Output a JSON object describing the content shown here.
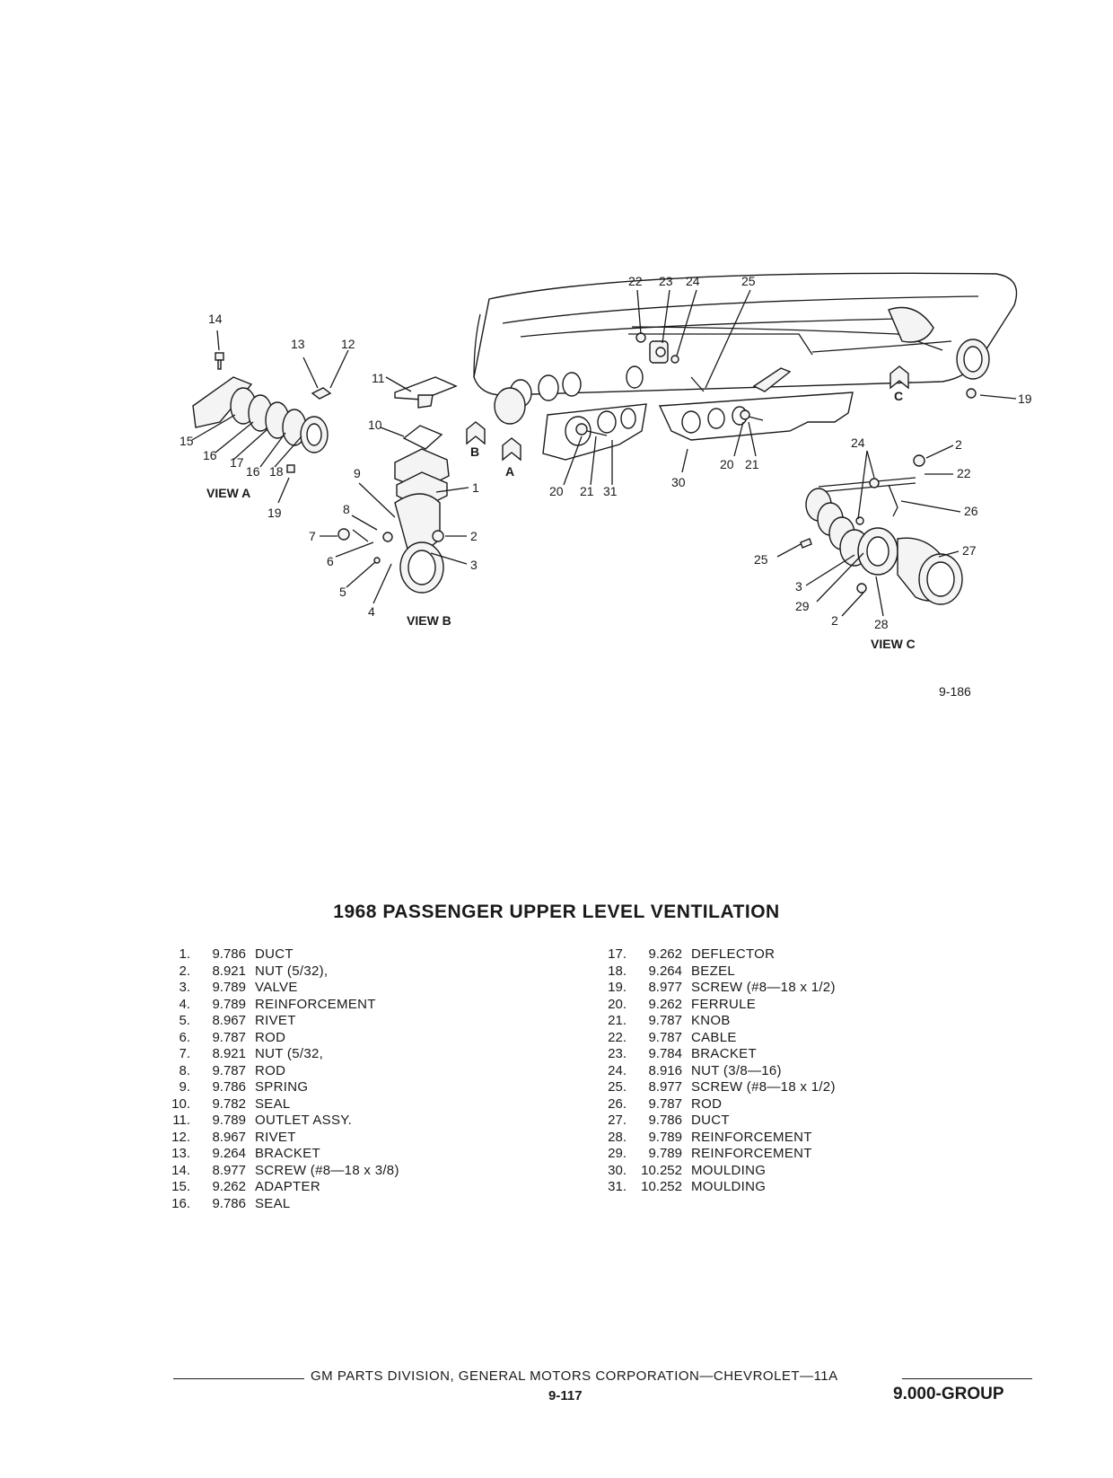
{
  "figure": {
    "figure_code": "9-186",
    "views": [
      "VIEW A",
      "VIEW B",
      "VIEW C"
    ],
    "section_marks": [
      "A",
      "B",
      "C"
    ],
    "callouts": [
      "14",
      "13",
      "12",
      "11",
      "10",
      "15",
      "16",
      "17",
      "16",
      "18",
      "19",
      "9",
      "8",
      "7",
      "6",
      "5",
      "4",
      "1",
      "2",
      "3",
      "22",
      "23",
      "24",
      "25",
      "20",
      "21",
      "31",
      "30",
      "20",
      "21",
      "19",
      "24",
      "2",
      "22",
      "26",
      "25",
      "27",
      "3",
      "29",
      "2",
      "28"
    ]
  },
  "title": "1968 PASSENGER UPPER LEVEL VENTILATION",
  "parts_left": [
    {
      "num": "1.",
      "code": "9.786",
      "name": "DUCT"
    },
    {
      "num": "2.",
      "code": "8.921",
      "name": "NUT (5/32),"
    },
    {
      "num": "3.",
      "code": "9.789",
      "name": "VALVE"
    },
    {
      "num": "4.",
      "code": "9.789",
      "name": "REINFORCEMENT"
    },
    {
      "num": "5.",
      "code": "8.967",
      "name": "RIVET"
    },
    {
      "num": "6.",
      "code": "9.787",
      "name": "ROD"
    },
    {
      "num": "7.",
      "code": "8.921",
      "name": "NUT (5/32,"
    },
    {
      "num": "8.",
      "code": "9.787",
      "name": "ROD"
    },
    {
      "num": "9.",
      "code": "9.786",
      "name": "SPRING"
    },
    {
      "num": "10.",
      "code": "9.782",
      "name": "SEAL"
    },
    {
      "num": "11.",
      "code": "9.789",
      "name": "OUTLET ASSY."
    },
    {
      "num": "12.",
      "code": "8.967",
      "name": "RIVET"
    },
    {
      "num": "13.",
      "code": "9.264",
      "name": "BRACKET"
    },
    {
      "num": "14.",
      "code": "8.977",
      "name": "SCREW (#8—18 x 3/8)"
    },
    {
      "num": "15.",
      "code": "9.262",
      "name": "ADAPTER"
    },
    {
      "num": "16.",
      "code": "9.786",
      "name": "SEAL"
    }
  ],
  "parts_right": [
    {
      "num": "17.",
      "code": "9.262",
      "name": "DEFLECTOR"
    },
    {
      "num": "18.",
      "code": "9.264",
      "name": "BEZEL"
    },
    {
      "num": "19.",
      "code": "8.977",
      "name": "SCREW (#8—18 x 1/2)"
    },
    {
      "num": "20.",
      "code": "9.262",
      "name": "FERRULE"
    },
    {
      "num": "21.",
      "code": "9.787",
      "name": "KNOB"
    },
    {
      "num": "22.",
      "code": "9.787",
      "name": "CABLE"
    },
    {
      "num": "23.",
      "code": "9.784",
      "name": "BRACKET"
    },
    {
      "num": "24.",
      "code": "8.916",
      "name": "NUT (3/8—16)"
    },
    {
      "num": "25.",
      "code": "8.977",
      "name": "SCREW (#8—18 x 1/2)"
    },
    {
      "num": "26.",
      "code": "9.787",
      "name": "ROD"
    },
    {
      "num": "27.",
      "code": "9.786",
      "name": "DUCT"
    },
    {
      "num": "28.",
      "code": "9.789",
      "name": "REINFORCEMENT"
    },
    {
      "num": "29.",
      "code": "9.789",
      "name": "REINFORCEMENT"
    },
    {
      "num": "30.",
      "code": "10.252",
      "name": "MOULDING"
    },
    {
      "num": "31.",
      "code": "10.252",
      "name": "MOULDING"
    }
  ],
  "footer": {
    "organization": "GM PARTS DIVISION, GENERAL MOTORS CORPORATION—CHEVROLET—11A",
    "page_number": "9-117",
    "group": "9.000-GROUP"
  }
}
